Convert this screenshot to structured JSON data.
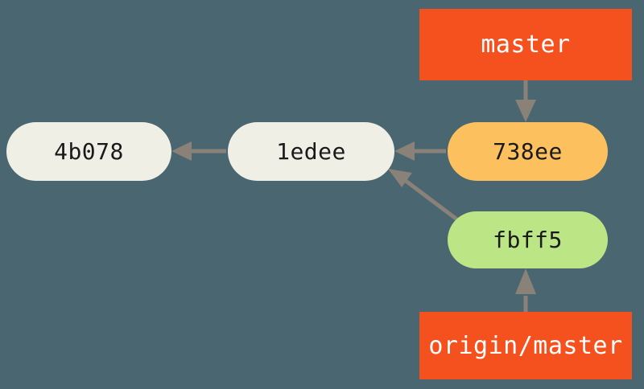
{
  "diagram": {
    "title": "git commit graph",
    "background_color": "#4a6670",
    "edge_color": "#8a8178",
    "nodes": [
      {
        "id": "4b078",
        "label": "4b078",
        "kind": "commit",
        "color": "#f0efe6",
        "text_color": "#1a1a1a"
      },
      {
        "id": "1edee",
        "label": "1edee",
        "kind": "commit",
        "color": "#f0efe6",
        "text_color": "#1a1a1a"
      },
      {
        "id": "738ee",
        "label": "738ee",
        "kind": "commit",
        "color": "#fcc15e",
        "text_color": "#1a1a1a"
      },
      {
        "id": "fbff5",
        "label": "fbff5",
        "kind": "commit",
        "color": "#bce585",
        "text_color": "#1a1a1a"
      },
      {
        "id": "master",
        "label": "master",
        "kind": "ref",
        "color": "#f4511e",
        "text_color": "#ffffff"
      },
      {
        "id": "origin-master",
        "label": "origin/master",
        "kind": "ref",
        "color": "#f4511e",
        "text_color": "#ffffff"
      }
    ],
    "edges": [
      {
        "from": "1edee",
        "to": "4b078",
        "direction": "left"
      },
      {
        "from": "738ee",
        "to": "1edee",
        "direction": "left"
      },
      {
        "from": "fbff5",
        "to": "1edee",
        "direction": "diagonal-up-left"
      },
      {
        "from": "master",
        "to": "738ee",
        "direction": "down"
      },
      {
        "from": "origin-master",
        "to": "fbff5",
        "direction": "up"
      }
    ]
  }
}
